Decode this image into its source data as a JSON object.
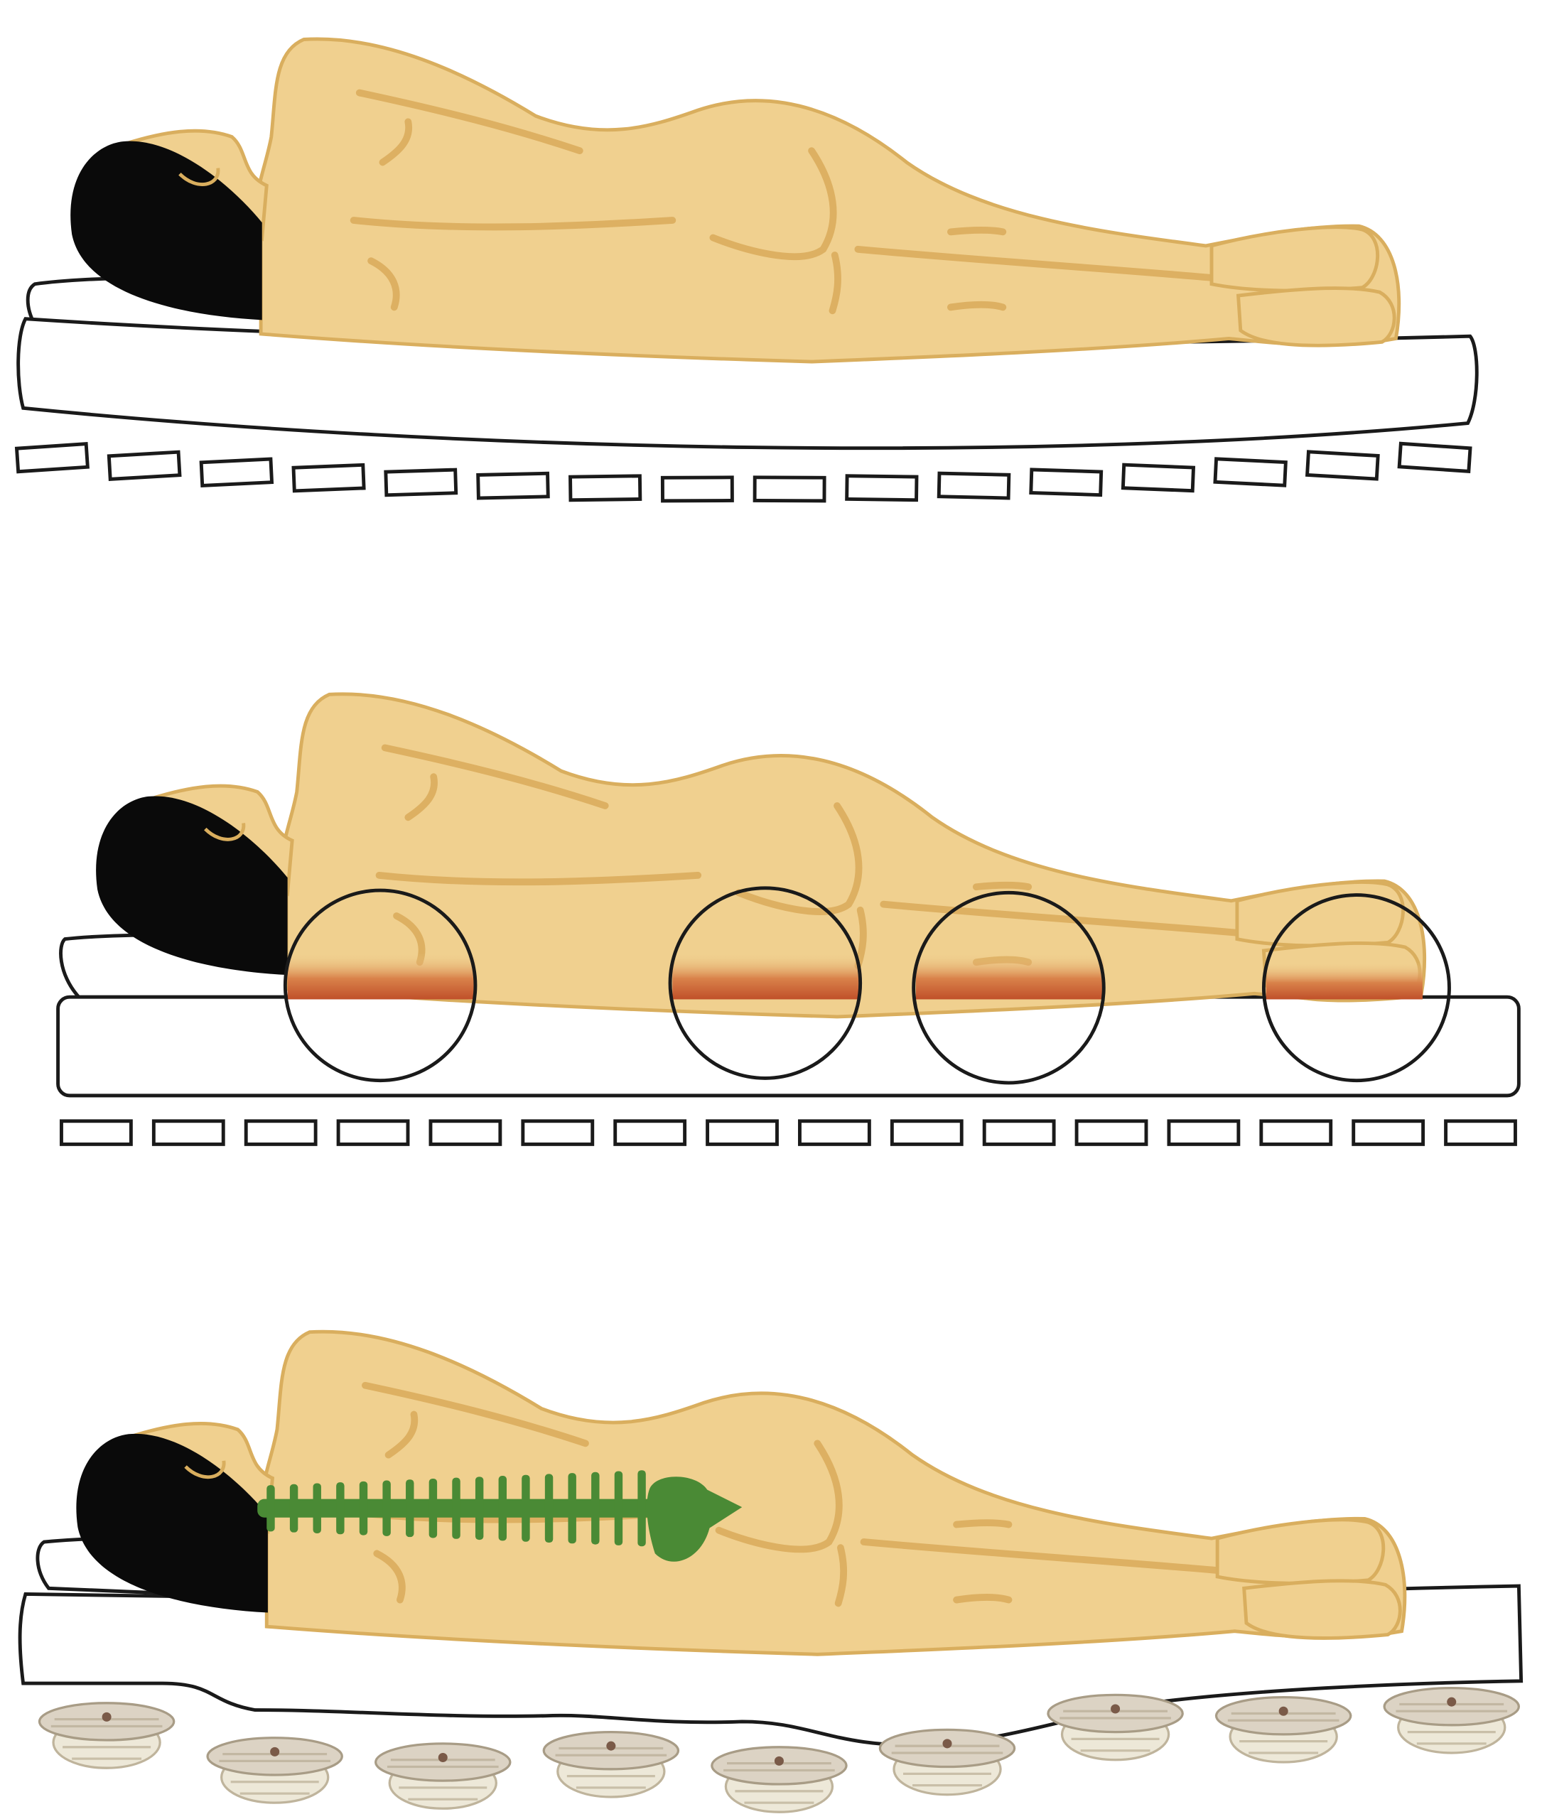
{
  "colors": {
    "skin": "#F0D08F",
    "skin_outline": "#D9AE5E",
    "skin_detail": "#DDB062",
    "hair": "#0A0A0A",
    "mattress": "#FFFFFF",
    "outline": "#1A1A1A",
    "pressure": "#C8582A",
    "spine": "#4A8A35",
    "spring": "#DCD3C4"
  },
  "panels": [
    {
      "name": "sagging-mattress",
      "slat_count": 16
    },
    {
      "name": "pressure-points-flat-mattress",
      "slat_count": 16,
      "pressure_point_count": 4
    },
    {
      "name": "adaptive-spring-support",
      "spring_count": 9
    }
  ]
}
